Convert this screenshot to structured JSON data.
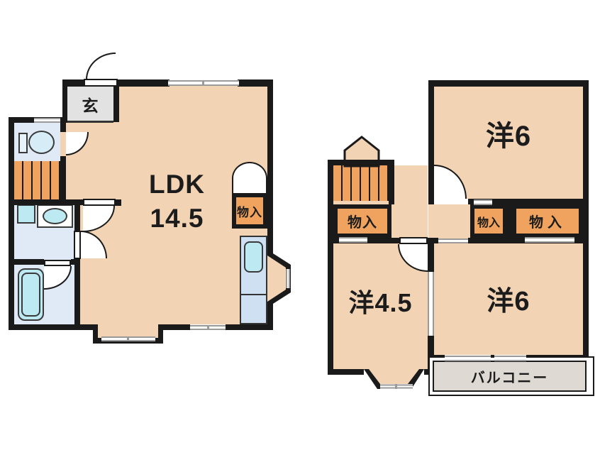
{
  "floor1": {
    "entrance": "玄",
    "living": {
      "name": "LDK",
      "size": "14.5"
    },
    "closet": "物入"
  },
  "floor2": {
    "bedroom_top": "洋6",
    "bedroom_left": "洋4.5",
    "bedroom_right": "洋6",
    "closet_left": "物入",
    "closet_middle": "物入",
    "closet_right": "物入",
    "balcony": "バルコニー"
  },
  "colors": {
    "wall": "#1a1a1a",
    "room": "#f2d3b4",
    "entrance": "#e2e2e2",
    "storage": "#f0a35e",
    "stairs": "#f0a35e",
    "water": "#dfeaf6",
    "fixture": "#bce9f2",
    "counter": "#cfe0f2",
    "balcony": "#dedad3",
    "window": "#9a9a9a",
    "text": "#1c1c1c"
  }
}
